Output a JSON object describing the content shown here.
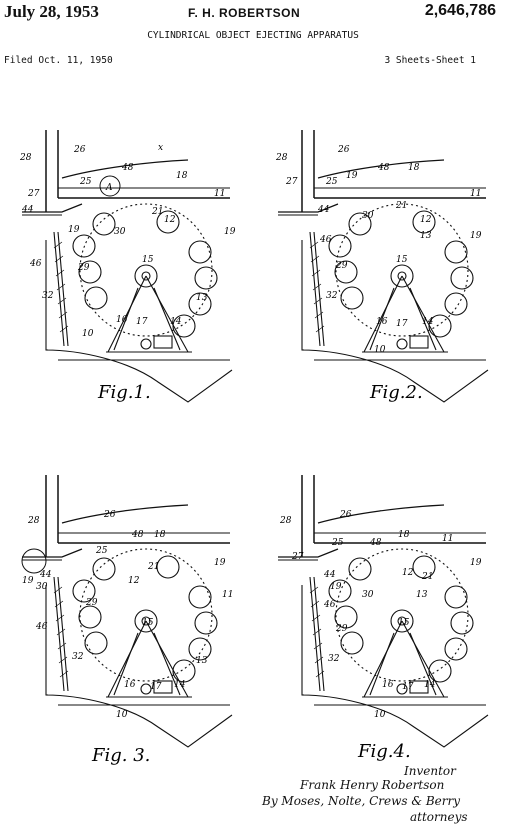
{
  "header": {
    "date": "July 28, 1953",
    "inventor": "F. H. ROBERTSON",
    "patent_number": "2,646,786",
    "title": "CYLINDRICAL OBJECT EJECTING APPARATUS",
    "filed": "Filed Oct. 11, 1950",
    "sheets": "3 Sheets-Sheet 1"
  },
  "figures": [
    {
      "id": "fig1",
      "caption": "Fig.1."
    },
    {
      "id": "fig2",
      "caption": "Fig.2."
    },
    {
      "id": "fig3",
      "caption": "Fig. 3."
    },
    {
      "id": "fig4",
      "caption": "Fig.4."
    }
  ],
  "ref_numerals": {
    "n10": "10",
    "n11": "11",
    "n12": "12",
    "n13": "13",
    "n14": "14",
    "n15": "15",
    "n16": "16",
    "n17": "17",
    "n18": "18",
    "n19": "19",
    "n21": "21",
    "n25": "25",
    "n26": "26",
    "n27": "27",
    "n28": "28",
    "n29": "29",
    "n30": "30",
    "n32": "32",
    "n44": "44",
    "n46": "46",
    "n48": "48",
    "A": "A",
    "x": "x"
  },
  "signature": {
    "inventor_label": "Inventor",
    "inventor_name": "Frank Henry Robertson",
    "by": "By Moses, Nolte, Crews & Berry",
    "attorneys_label": "attorneys"
  }
}
